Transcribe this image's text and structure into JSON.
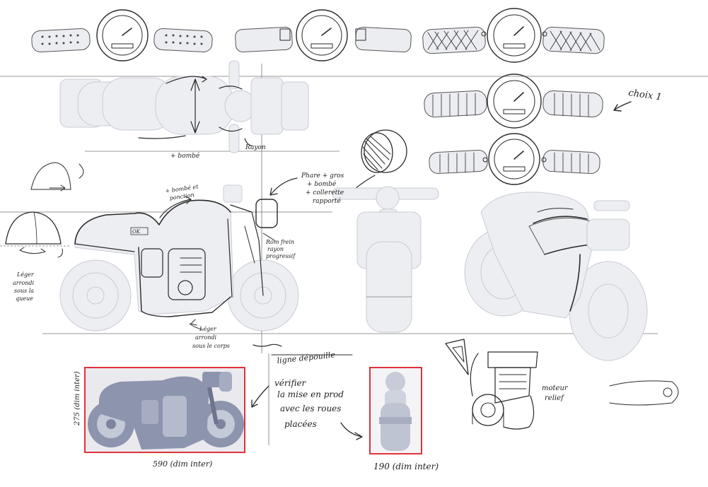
{
  "annotations": {
    "choix": "choix 1",
    "bombe_top": "+ bombé",
    "rayon": "Rayon",
    "phare_line1": "Phare + gros",
    "phare_line2": "+ bombé",
    "phare_line3": "+ collerette",
    "phare_line4": "rapporté",
    "tank_line1": "+ bombé et",
    "tank_line2": "ponction",
    "frein_line1": "Rom frein",
    "frein_line2": "rayon",
    "frein_line3": "progressif",
    "leger_line1": "Léger",
    "leger_line2": "arrondi",
    "leger_line3": "sous la",
    "leger_line4": "queue",
    "corps_line1": "Léger",
    "corps_line2": "arrondi",
    "corps_line3": "sous le corps",
    "depouille": "ligne dépouille",
    "verifier_line1": "vérifier",
    "verifier_line2": "la mise en prod",
    "verifier_line3": "avec les roues",
    "verifier_line4": "placées",
    "moteur_line1": "moteur",
    "moteur_line2": "relief",
    "dim_height": "275 (dim inter)",
    "dim_width": "590 (dim inter)",
    "dim_depth": "190 (dim inter)",
    "badge": "OK"
  },
  "colors": {
    "frame_red": "#e0323c",
    "ink": "#2a2a2a",
    "render_body": "#8d94ae",
    "render_light": "#c4c9d8"
  }
}
